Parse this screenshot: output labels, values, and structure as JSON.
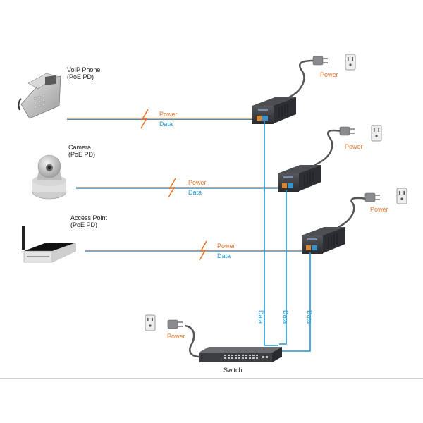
{
  "diagram": {
    "title_implied": "PoE injector wiring",
    "devices": [
      {
        "name": "VoIP Phone",
        "sub": "(PoE PD)"
      },
      {
        "name": "Camera",
        "sub": "(PoE PD)"
      },
      {
        "name": "Access Point",
        "sub": "(PoE PD)"
      }
    ],
    "link_labels": {
      "power": "Power",
      "data": "Data"
    },
    "switch_label": "Switch",
    "colors": {
      "power": "#e8772e",
      "data": "#1f9ad6",
      "injector": "#3a3b3e",
      "cable": "#555555"
    }
  }
}
